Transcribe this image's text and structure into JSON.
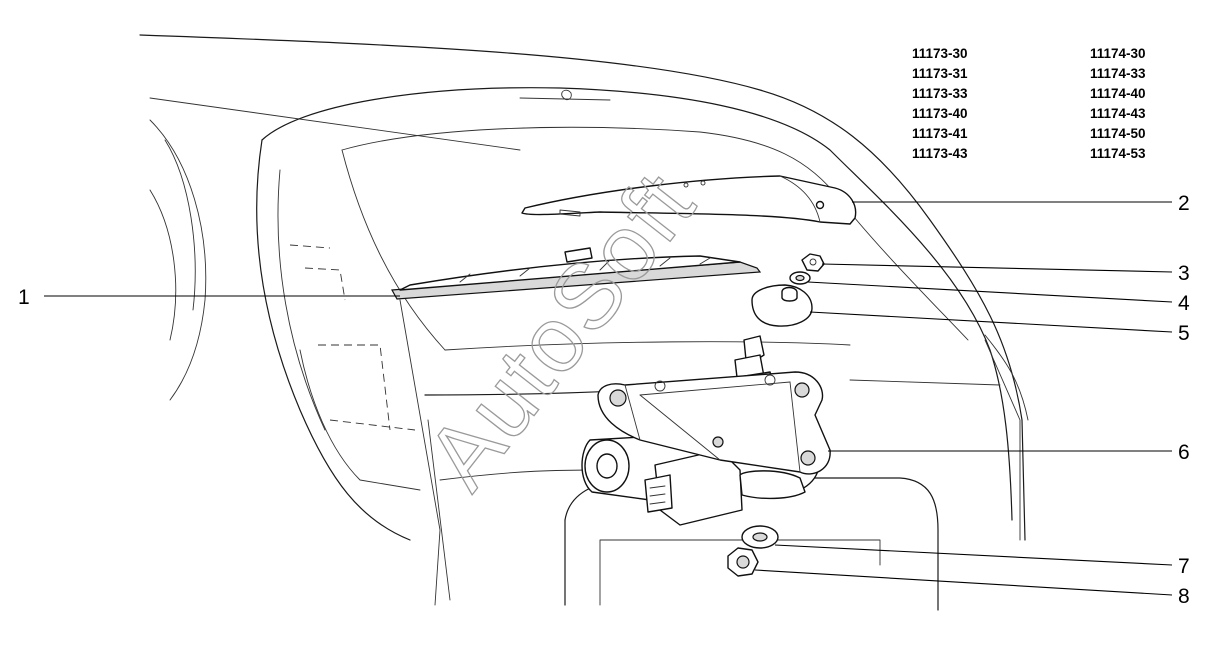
{
  "watermark": "AutoSoft",
  "model_codes": {
    "left_column": [
      "11173-30",
      "11173-31",
      "11173-33",
      "11173-40",
      "11173-41",
      "11173-43"
    ],
    "right_column": [
      "11174-30",
      "11174-33",
      "11174-40",
      "11174-43",
      "11174-50",
      "11174-53"
    ]
  },
  "callouts": [
    {
      "id": "1",
      "label": "1"
    },
    {
      "id": "2",
      "label": "2"
    },
    {
      "id": "3",
      "label": "3"
    },
    {
      "id": "4",
      "label": "4"
    },
    {
      "id": "5",
      "label": "5"
    },
    {
      "id": "6",
      "label": "6"
    },
    {
      "id": "7",
      "label": "7"
    },
    {
      "id": "8",
      "label": "8"
    }
  ],
  "colors": {
    "line": "#1a1a1a",
    "watermark": "#9a9a9a",
    "background": "#ffffff"
  }
}
